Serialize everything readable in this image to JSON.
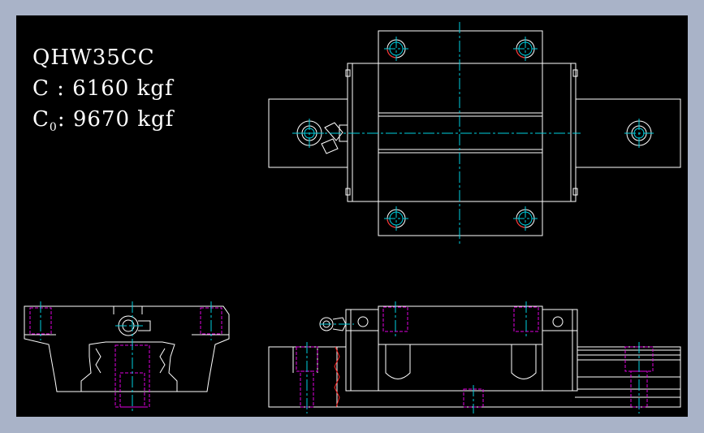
{
  "spec": {
    "model": "QHW35CC",
    "dynamic_load": "C : 6160 kgf",
    "static_load_label": "C",
    "static_load_sub": "0",
    "static_load_value": ": 9670 kgf"
  },
  "colors": {
    "background": "#000000",
    "frame": "#a9b3c8",
    "outline": "#ffffff",
    "centerline": "#00d0e0",
    "hidden": "#e000e0",
    "hole_accent": "#ff2020"
  }
}
